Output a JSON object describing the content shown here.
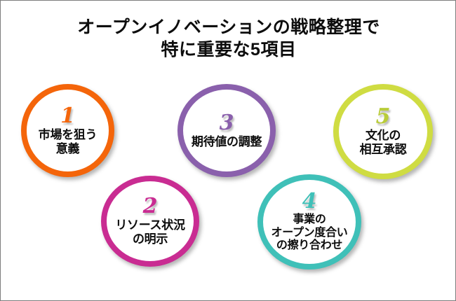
{
  "slide": {
    "background_color": "#ffffff",
    "border_color": "#7d7d7d"
  },
  "title": {
    "line1": "オープンイノベーションの戦略整理で",
    "line2": "特に重要な5項目",
    "color": "#0d0d0d"
  },
  "bubbles": [
    {
      "number": "1",
      "color": "#f4650a",
      "number_color": "#f4650a",
      "label_line1": "市場を狙う",
      "label_line2": "意義",
      "label_line3": ""
    },
    {
      "number": "2",
      "color": "#c92c92",
      "number_color": "#c92c92",
      "label_line1": "リソース状況",
      "label_line2": "の明示",
      "label_line3": ""
    },
    {
      "number": "3",
      "color": "#8a60ac",
      "number_color": "#8a60ac",
      "label_line1": "期待値の調整",
      "label_line2": "",
      "label_line3": ""
    },
    {
      "number": "4",
      "color": "#3fc0b8",
      "number_color": "#3fc0b8",
      "label_line1": "事業の",
      "label_line2": "オープン度合い",
      "label_line3": "の擦り合わせ"
    },
    {
      "number": "5",
      "color": "#cfdc42",
      "number_color": "#b9cc3a",
      "label_line1": "文化の",
      "label_line2": "相互承認",
      "label_line3": ""
    }
  ]
}
